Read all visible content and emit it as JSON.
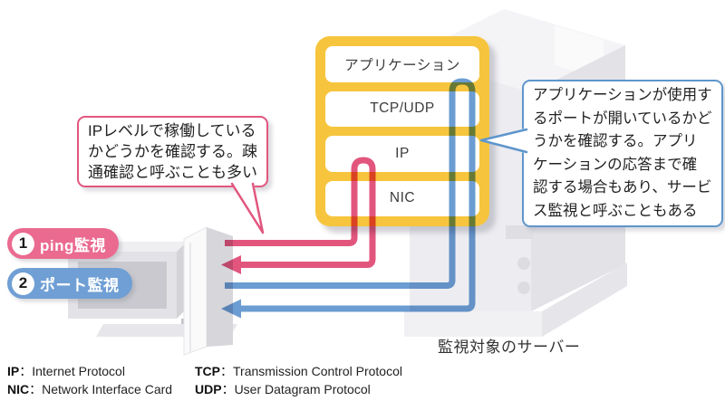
{
  "colors": {
    "pink_line": "#e2567e",
    "blue_line": "#6b9cd2",
    "pink_pill": "#ea6a90",
    "blue_pill": "#6f9fd4",
    "stack_yellow": "#f6c53d",
    "text": "#333333"
  },
  "stack": {
    "layers": [
      {
        "label": "アプリケーション"
      },
      {
        "label": "TCP/UDP"
      },
      {
        "label": "IP"
      },
      {
        "label": "NIC"
      }
    ]
  },
  "callouts": {
    "ping": {
      "lines": [
        "IPレベルで稼働している",
        "かどうかを確認する。疎",
        "通確認と呼ぶことも多い"
      ]
    },
    "port": {
      "lines": [
        "アプリケーションが使用す",
        "るポートが開いているかど",
        "うかを確認する。アプリ",
        "ケーションの応答まで確",
        "認する場合もあり、サービ",
        "ス監視と呼ぶこともある"
      ]
    }
  },
  "pills": [
    {
      "number": "1",
      "label": "ping監視"
    },
    {
      "number": "2",
      "label": "ポート監視"
    }
  ],
  "server_caption": "監視対象のサーバー",
  "legend": {
    "separator": "：",
    "items": [
      {
        "abbr": "IP",
        "name": "Internet Protocol"
      },
      {
        "abbr": "NIC",
        "name": "Network Interface Card"
      },
      {
        "abbr": "TCP",
        "name": "Transmission Control Protocol"
      },
      {
        "abbr": "UDP",
        "name": "User Datagram Protocol"
      }
    ]
  }
}
